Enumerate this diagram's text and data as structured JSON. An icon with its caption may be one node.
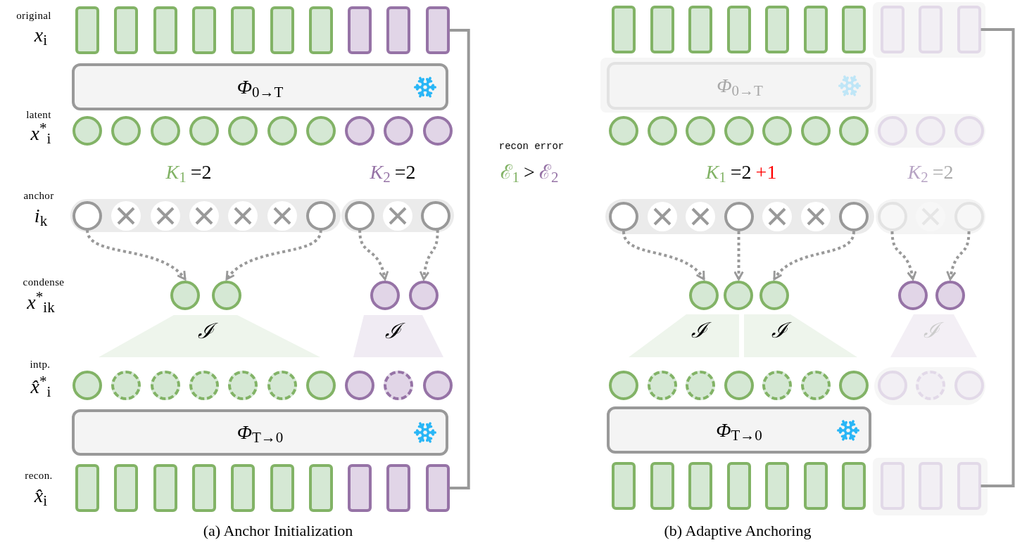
{
  "diagram": {
    "nodes": [
      {
        "text": [],
        "shape": "box"
      },
      {
        "text": [],
        "shape": "box"
      },
      {
        "text": [],
        "shape": "box"
      },
      {
        "text": [],
        "shape": "box"
      },
      {
        "text": [],
        "shape": "box"
      },
      {
        "text": [],
        "shape": "box"
      },
      {
        "text": [],
        "shape": "box"
      },
      {
        "text": [],
        "shape": "box"
      },
      {
        "text": [],
        "shape": "box"
      },
      {
        "text": [],
        "shape": "box"
      },
      {
        "text": [
          "*Φ*$_{0→T}$"
        ]
      },
      {
        "text": [],
        "shape": "circle"
      },
      {
        "text": [],
        "shape": "circle"
      },
      {
        "text": [],
        "shape": "circle"
      },
      {
        "text": [],
        "shape": "circle"
      },
      {
        "text": [],
        "shape": "circle"
      },
      {
        "text": [],
        "shape": "circle"
      },
      {
        "text": [],
        "shape": "circle"
      },
      {
        "text": [],
        "shape": "circle"
      },
      {
        "text": [],
        "shape": "circle"
      },
      {
        "text": [],
        "shape": "circle"
      },
      {
        "text": [],
        "shape": "band"
      },
      {
        "text": [],
        "shape": "circle",
        "in": 21
      },
      {
        "text": [],
        "shape": "cross",
        "in": 21
      },
      {
        "text": [],
        "shape": "cross",
        "in": 21
      },
      {
        "text": [],
        "shape": "cross",
        "in": 21
      },
      {
        "text": [],
        "shape": "cross",
        "in": 21
      },
      {
        "text": [],
        "shape": "cross",
        "in": 21
      },
      {
        "text": [],
        "shape": "circle",
        "in": 21
      },
      {
        "text": [],
        "shape": "band"
      },
      {
        "text": [],
        "shape": "circle",
        "in": 29
      },
      {
        "text": [],
        "shape": "cross",
        "in": 29
      },
      {
        "text": [],
        "shape": "circle",
        "in": 29
      },
      {
        "text": [],
        "shape": "circle"
      },
      {
        "text": [],
        "shape": "circle"
      },
      {
        "text": [],
        "shape": "circle"
      },
      {
        "text": [],
        "shape": "circle"
      },
      {
        "text": [
          "ℐ"
        ]
      },
      {
        "text": [
          "ℐ"
        ]
      },
      {
        "text": [],
        "shape": "circle"
      },
      {
        "text": [],
        "shape": "circle"
      },
      {
        "text": [],
        "shape": "circle"
      },
      {
        "text": [],
        "shape": "circle"
      },
      {
        "text": [],
        "shape": "circle"
      },
      {
        "text": [],
        "shape": "circle"
      },
      {
        "text": [],
        "shape": "circle"
      },
      {
        "text": [],
        "shape": "circle"
      },
      {
        "text": [],
        "shape": "circle"
      },
      {
        "text": [],
        "shape": "circle"
      },
      {
        "text": [
          "*Φ*$_{T→0}$"
        ]
      },
      {
        "text": [],
        "shape": "box"
      },
      {
        "text": [],
        "shape": "box"
      },
      {
        "text": [],
        "shape": "box"
      },
      {
        "text": [],
        "shape": "box"
      },
      {
        "text": [],
        "shape": "box"
      },
      {
        "text": [],
        "shape": "box"
      },
      {
        "text": [],
        "shape": "box"
      },
      {
        "text": [],
        "shape": "box"
      },
      {
        "text": [],
        "shape": "box"
      },
      {
        "text": [],
        "shape": "box"
      },
      {
        "text": [],
        "shape": "box"
      },
      {
        "text": [],
        "shape": "box"
      },
      {
        "text": [],
        "shape": "box"
      },
      {
        "text": [],
        "shape": "box"
      },
      {
        "text": [],
        "shape": "box"
      },
      {
        "text": [],
        "shape": "box"
      },
      {
        "text": [],
        "shape": "box"
      },
      {
        "text": [],
        "shape": "box"
      },
      {
        "text": [],
        "shape": "box"
      },
      {
        "text": [],
        "shape": "box"
      },
      {
        "text": [
          "*Φ*$_{0→T}$"
        ]
      },
      {
        "text": [],
        "shape": "circle"
      },
      {
        "text": [],
        "shape": "circle"
      },
      {
        "text": [],
        "shape": "circle"
      },
      {
        "text": [],
        "shape": "circle"
      },
      {
        "text": [],
        "shape": "circle"
      },
      {
        "text": [],
        "shape": "circle"
      },
      {
        "text": [],
        "shape": "circle"
      },
      {
        "text": [],
        "shape": "circle"
      },
      {
        "text": [],
        "shape": "circle"
      },
      {
        "text": [],
        "shape": "circle"
      },
      {
        "text": [],
        "shape": "band"
      },
      {
        "text": [],
        "shape": "circle",
        "in": 81
      },
      {
        "text": [],
        "shape": "cross",
        "in": 81
      },
      {
        "text": [],
        "shape": "cross",
        "in": 81
      },
      {
        "text": [],
        "shape": "circle",
        "in": 81
      },
      {
        "text": [],
        "shape": "cross",
        "in": 81
      },
      {
        "text": [],
        "shape": "cross",
        "in": 81
      },
      {
        "text": [],
        "shape": "circle",
        "in": 81
      },
      {
        "text": [],
        "shape": "band"
      },
      {
        "text": [],
        "shape": "circle",
        "in": 89
      },
      {
        "text": [],
        "shape": "cross",
        "in": 89
      },
      {
        "text": [],
        "shape": "circle",
        "in": 89
      },
      {
        "text": [],
        "shape": "circle"
      },
      {
        "text": [],
        "shape": "circle"
      },
      {
        "text": [],
        "shape": "circle"
      },
      {
        "text": [],
        "shape": "circle"
      },
      {
        "text": [],
        "shape": "circle"
      },
      {
        "text": [
          "ℐ"
        ]
      },
      {
        "text": [
          "ℐ"
        ]
      },
      {
        "text": [
          "ℐ"
        ]
      },
      {
        "text": [],
        "shape": "circle"
      },
      {
        "text": [],
        "shape": "circle"
      },
      {
        "text": [],
        "shape": "circle"
      },
      {
        "text": [],
        "shape": "circle"
      },
      {
        "text": [],
        "shape": "circle"
      },
      {
        "text": [],
        "shape": "circle"
      },
      {
        "text": [],
        "shape": "circle"
      },
      {
        "text": [],
        "shape": "circle"
      },
      {
        "text": [],
        "shape": "circle"
      },
      {
        "text": [],
        "shape": "circle"
      },
      {
        "text": [
          "*Φ*$_{T→0}$"
        ]
      },
      {
        "text": [],
        "shape": "box"
      },
      {
        "text": [],
        "shape": "box"
      },
      {
        "text": [],
        "shape": "box"
      },
      {
        "text": [],
        "shape": "box"
      },
      {
        "text": [],
        "shape": "box"
      },
      {
        "text": [],
        "shape": "box"
      },
      {
        "text": [],
        "shape": "box"
      },
      {
        "text": [],
        "shape": "box"
      },
      {
        "text": [],
        "shape": "box"
      },
      {
        "text": [],
        "shape": "box"
      }
    ],
    "edges": [
      {
        "from": 22,
        "to": 33,
        "arrow": "to",
        "style": "dashed"
      },
      {
        "from": 28,
        "to": 34,
        "arrow": "to",
        "style": "dashed"
      },
      {
        "from": 30,
        "to": 35,
        "arrow": "to",
        "style": "dashed"
      },
      {
        "from": 32,
        "to": 36,
        "arrow": "to",
        "style": "dashed"
      },
      {
        "from": 82,
        "to": 93,
        "arrow": "to",
        "style": "dashed"
      },
      {
        "from": 85,
        "to": 94,
        "arrow": "to",
        "style": "dashed"
      },
      {
        "from": 88,
        "to": 95,
        "arrow": "to",
        "style": "dashed"
      },
      {
        "from": 90,
        "to": 96,
        "arrow": "to",
        "style": "dashed"
      },
      {
        "from": 92,
        "to": 97,
        "arrow": "to",
        "style": "dashed"
      },
      {
        "from": 9,
        "to": 59,
        "arrow": "none"
      },
      {
        "from": 69,
        "to": 121,
        "arrow": "none"
      }
    ],
    "labels": [
      "original",
      "*x*$_{i}$",
      "latent",
      "*x*$^{*}$$_{i}$",
      "*K*$_{1}$",
      "=2",
      "*K*$_{2}$",
      "=2",
      "anchor",
      "*i*$_{k}$",
      "condense",
      "*x*$^{*}$$_{ik}$",
      "intp.",
      "*x̂*$^{*}$$_{i}$",
      "recon.",
      "*x̂*$_{i}$",
      "(a) Anchor Initialization",
      "recon error",
      "ℰ$_{1}$",
      ">",
      "ℰ$_{2}$",
      "*K*$_{1}$",
      "=2",
      "+1",
      "*K*$_{2}$",
      "=2",
      "(b) Adaptive Anchoring"
    ]
  }
}
